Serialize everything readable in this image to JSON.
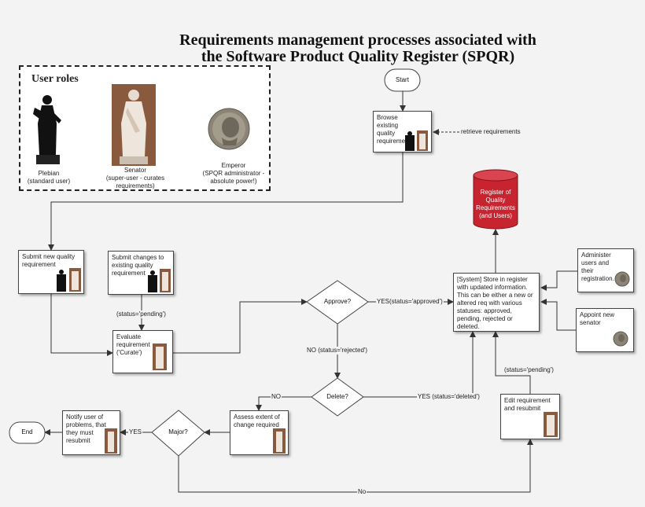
{
  "title": {
    "line1": "Requirements management processes associated with",
    "line2": "the Software Product Quality Register (SPQR)"
  },
  "roles": {
    "heading": "User roles",
    "plebian": {
      "line1": "Plebian",
      "line2": "(standard user)"
    },
    "senator": {
      "line1": "Senator",
      "line2": "(super-user - curates",
      "line3": "requirements)"
    },
    "emperor": {
      "line1": "Emperor",
      "line2": "(SPQR administrator -",
      "line3": "absolute power!)"
    }
  },
  "nodes": {
    "start": "Start",
    "end": "End",
    "browse": "Browse existing quality requirements",
    "register": "Register of Quality Requirements (and Users)",
    "submit_new": "Submit new quality requirement",
    "submit_changes": "Submit changes to existing quality requirement",
    "evaluate": "Evaluate requirement ('Curate')",
    "approve": "Approve?",
    "delete": "Delete?",
    "major": "Major?",
    "store": "[System] Store in register with updated information. This can be either a new or altered req with various statuses: approved, pending, rejected or deleted.",
    "administer": "Administer users and their registration.",
    "appoint": "Appoint new senator",
    "edit": "Edit requirement and resubmit",
    "assess": "Assess extent of change required",
    "notify": "Notify user of problems, that they must resubmit"
  },
  "labels": {
    "retrieve": "retrieve requirements",
    "pending1": "(status='pending')",
    "approved": "YES(status='approved')",
    "rejected": "NO (status='rejected')",
    "deleted": "YES (status='deleted')",
    "pending2": "(status='pending')",
    "no_delete": "NO",
    "yes_major": "YES",
    "no_major": "No"
  },
  "colors": {
    "database": "#c8242f",
    "background": "#f3f3f3",
    "arrow": "#333333"
  }
}
